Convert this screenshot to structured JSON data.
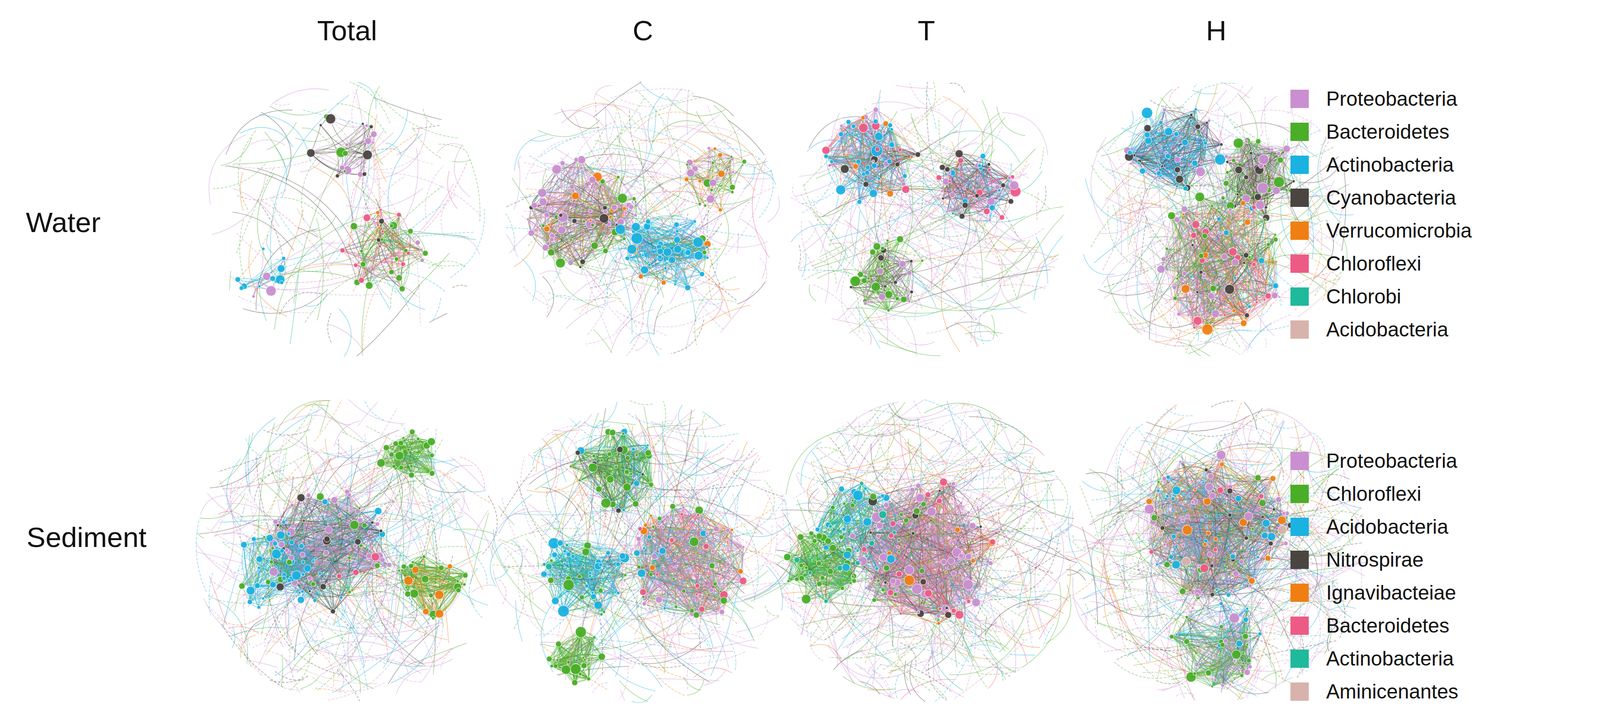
{
  "diagram": {
    "labels": [
      "Total",
      "C",
      "T",
      "H",
      "Water",
      "Sediment"
    ],
    "legend": [
      {
        "text": "Proteobacteria",
        "color": "#c98fd0"
      },
      {
        "text": "Bacteroidetes",
        "color": "#4aae28"
      },
      {
        "text": "Actinobacteria",
        "color": "#1ab2e0"
      },
      {
        "text": "Cyanobacteria",
        "color": "#4a4540"
      },
      {
        "text": "Verrucomicrobia",
        "color": "#f07f13"
      },
      {
        "text": "Chloroflexi",
        "color": "#ee5a86"
      },
      {
        "text": "Chlorobi",
        "color": "#1fb99c"
      },
      {
        "text": "Acidobacteria",
        "color": "#d7b3ab"
      },
      {
        "text": "Proteobacteria",
        "color": "#c98fd0"
      },
      {
        "text": "Chloroflexi",
        "color": "#4aae28"
      },
      {
        "text": "Acidobacteria",
        "color": "#1ab2e0"
      },
      {
        "text": "Nitrospirae",
        "color": "#4a4540"
      },
      {
        "text": "Ignavibacteiae",
        "color": "#f07f13"
      },
      {
        "text": "Bacteroidetes",
        "color": "#ee5a86"
      },
      {
        "text": "Actinobacteria",
        "color": "#1fb99c"
      },
      {
        "text": "Aminicenantes",
        "color": "#d7b3ab"
      }
    ]
  }
}
